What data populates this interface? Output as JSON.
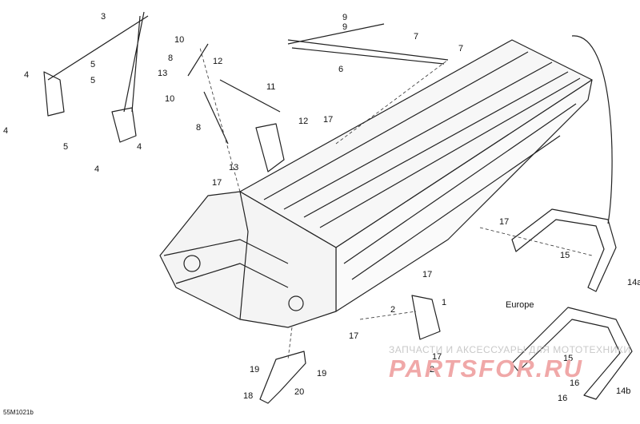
{
  "figure_code": "55M1021b",
  "region_label": "Europe",
  "watermark": {
    "subtitle": "ЗАПЧАСТИ И АКСЕССУАРЫ ДЛЯ МОТОТЕХНИКИ",
    "logo": "PARTSFOR.RU"
  },
  "callouts": [
    "1",
    "2",
    "2",
    "3",
    "4",
    "4",
    "4",
    "4",
    "5",
    "5",
    "5",
    "6",
    "7",
    "7",
    "8",
    "8",
    "9",
    "9",
    "10",
    "10",
    "11",
    "12",
    "12",
    "13",
    "13",
    "14a",
    "14b",
    "15",
    "15",
    "16",
    "16",
    "17",
    "17",
    "17",
    "17",
    "17",
    "17",
    "18",
    "19",
    "19",
    "20"
  ]
}
